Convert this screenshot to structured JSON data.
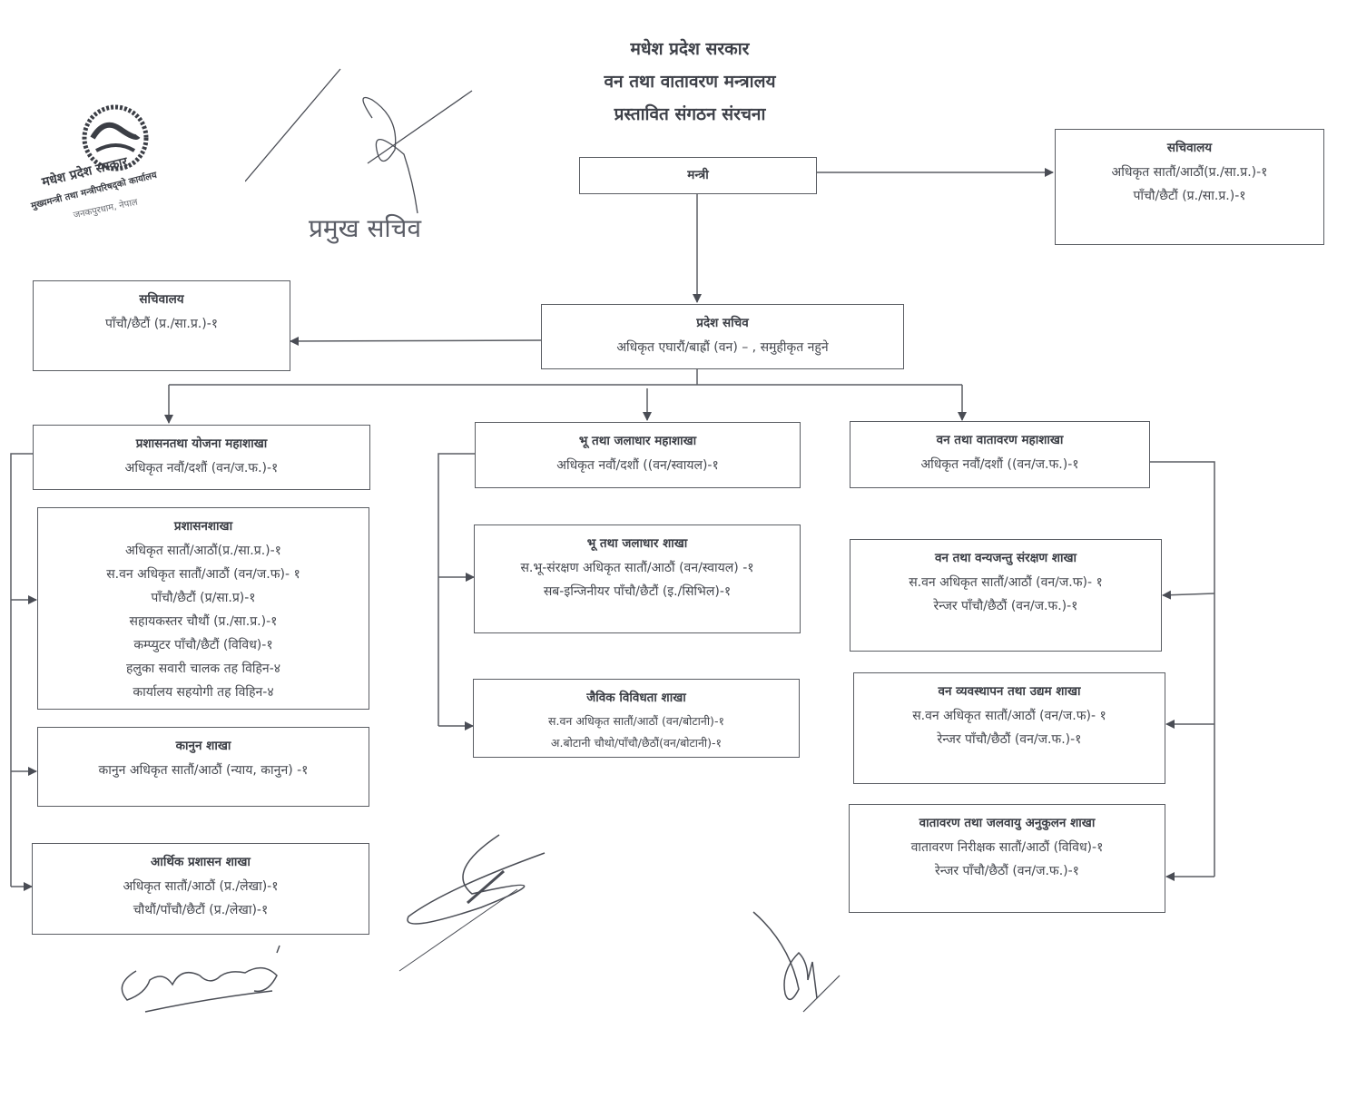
{
  "header": {
    "line1": "मधेश प्रदेश सरकार",
    "line2": "वन तथा वातावरण मन्त्रालय",
    "line3": "प्रस्तावित संगठन संरचना"
  },
  "stamp": {
    "line1": "मधेश प्रदेश सरकार",
    "line2": "मुख्यमन्त्री तथा मन्त्रीपरिषद्को कार्यालय",
    "line3": "जनकपुरधाम, नेपाल"
  },
  "signature_label": "प्रमुख सचिव",
  "nodes": {
    "minister": {
      "title": "मन्त्री",
      "lines": []
    },
    "minister_secretariat": {
      "title": "सचिवालय",
      "lines": [
        "अधिकृत सातौं/आठौं(प्र./सा.प्र.)-१",
        "पाँचौ/छैटौं (प्र./सा.प्र.)-१"
      ]
    },
    "secretary_secretariat": {
      "title": "सचिवालय",
      "lines": [
        "पाँचौ/छैटौं (प्र./सा.प्र.)-१"
      ]
    },
    "secretary": {
      "title": "प्रदेश सचिव",
      "lines": [
        "अधिकृत एघारौं/बाह्रौं (वन) – , समुहीकृत नहुने"
      ]
    },
    "admin_division": {
      "title": "प्रशासनतथा योजना महाशाखा",
      "lines": [
        "अधिकृत नवौं/दशौं (वन/ज.फ.)-१"
      ]
    },
    "admin_section": {
      "title": "प्रशासनशाखा",
      "lines": [
        "अधिकृत सातौं/आठौं(प्र./सा.प्र.)-१",
        "स.वन अधिकृत सातौं/आठौं (वन/ज.फ)- १",
        "पाँचौ/छैटौं (प्र/सा.प्र)-१",
        "सहायकस्तर चौथौं (प्र./सा.प्र.)-१",
        "कम्प्युटर पाँचौ/छैटौं (विविध)-१",
        "हलुका सवारी चालक तह विहिन-४",
        "कार्यालय सहयोगी तह विहिन-४"
      ]
    },
    "law_section": {
      "title": "कानुन शाखा",
      "lines": [
        "कानुन अधिकृत सातौं/आठौं (न्याय, कानुन) -१"
      ]
    },
    "finance_section": {
      "title": "आर्थिक प्रशासन   शाखा",
      "lines": [
        "अधिकृत सातौं/आठौं (प्र./लेखा)-१",
        "चौथौं/पाँचौ/छैटौं (प्र./लेखा)-१"
      ]
    },
    "land_division": {
      "title": "भू तथा जलाधार महाशाखा",
      "lines": [
        "अधिकृत नवौं/दशौं ((वन/स्वायल)-१"
      ]
    },
    "land_section": {
      "title": "भू तथा जलाधार शाखा",
      "lines": [
        "स.भू-संरक्षण अधिकृत सातौं/आठौं (वन/स्वायल) -१",
        "सब-इन्जिनीयर पाँचौ/छैटौं (इ./सिभिल)-१"
      ]
    },
    "bio_section": {
      "title": "जैविक विविधता शाखा",
      "lines": [
        "स.वन अधिकृत सातौं/आठौं (वन/बोटानी)-१",
        "अ.बोटानी चौथो/पाँचौ/छैठौं(वन/बोटानी)-१"
      ]
    },
    "forest_division": {
      "title": "वन तथा वातावरण महाशाखा",
      "lines": [
        "अधिकृत नवौं/दशौं ((वन/ज.फ.)-१"
      ]
    },
    "wildlife_section": {
      "title": "वन तथा वन्यजन्तु संरक्षण शाखा",
      "lines": [
        "स.वन अधिकृत सातौं/आठौं (वन/ज.फ)- १",
        "रेन्जर पाँचौ/छैठौं (वन/ज.फ.)-१"
      ]
    },
    "forest_mgmt_section": {
      "title": "वन व्यवस्थापन तथा उद्यम शाखा",
      "lines": [
        "स.वन अधिकृत सातौं/आठौं (वन/ज.फ)- १",
        "रेन्जर पाँचौ/छैठौं (वन/ज.फ.)-१"
      ]
    },
    "climate_section": {
      "title": "वातावरण तथा जलवायु अनुकुलन शाखा",
      "lines": [
        "वातावरण निरीक्षक सातौं/आठौं (विविध)-१",
        "रेन्जर पाँचौ/छैठौं (वन/ज.फ.)-१"
      ]
    }
  },
  "colors": {
    "ink": "#3a3d44",
    "line": "#5a5d63",
    "stamp": "#3b3e45",
    "signature": "#4a4d55"
  }
}
